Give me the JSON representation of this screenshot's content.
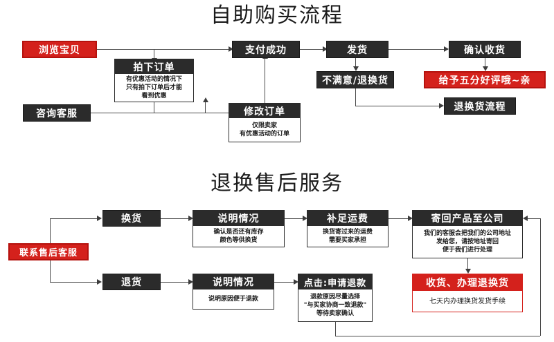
{
  "sections": [
    {
      "id": "purchase",
      "title": "自助购买流程",
      "nodes": {
        "browse": {
          "label": "浏览宝贝"
        },
        "place_order": {
          "title": "拍下订单",
          "body": "有优惠活动的情况下\n只有拍下订单后才能\n看到优惠"
        },
        "pay_success": {
          "label": "支付成功"
        },
        "ship": {
          "label": "发货"
        },
        "confirm_receipt": {
          "label": "确认收货"
        },
        "unsatisfied": {
          "label": "不满意/退换货"
        },
        "five_star": {
          "label": "给予五分好评哦~亲"
        },
        "return_flow": {
          "label": "退换货流程"
        },
        "consult": {
          "label": "咨询客服"
        },
        "modify_order": {
          "title": "修改订单",
          "body": "仅限卖家\n有优惠活动的订单"
        }
      }
    },
    {
      "id": "aftersales",
      "title": "退换售后服务",
      "nodes": {
        "contact_support": {
          "label": "联系售后客服"
        },
        "exchange": {
          "label": "换货"
        },
        "explain_exchange": {
          "title": "说明情况",
          "body": "确认是否还有库存\n颜色等供换货"
        },
        "make_up_freight": {
          "title": "补足运费",
          "body": "换货寄过来的运费\n需要买家承担"
        },
        "send_back": {
          "title": "寄回产品至公司",
          "body": "我们的客服会把我们的公司地址\n发给您，请按地址寄回\n便于我们进行处理"
        },
        "receive_handle": {
          "title": "收货、办理退换货",
          "body": "七天内办理换货发货手续"
        },
        "refund_goods": {
          "label": "退货"
        },
        "explain_refund": {
          "title": "说明情况",
          "body": "说明原因便于退款"
        },
        "apply_refund": {
          "title": "点击:申请退款",
          "body": "退款原因尽量选择\n\"与买家协商一致退款\"\n等待卖家确认"
        }
      }
    }
  ],
  "colors": {
    "dark": "#2b2b2b",
    "red": "#d4211c",
    "line": "#4a4a4a",
    "text_light": "#ffffff",
    "text_dark": "#1b1b1b",
    "background": "#ffffff"
  }
}
